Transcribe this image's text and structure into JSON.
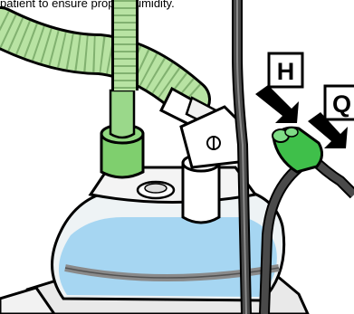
{
  "caption_partial": "patient to ensure proper humidity.",
  "labels": {
    "h": "H",
    "q": "Q"
  },
  "colors": {
    "tube_green": "#7fcf6e",
    "connector_green": "#3fbf4a",
    "water_blue": "#a6d6f2",
    "dark_tube": "#4a4a4a",
    "outline": "#000000"
  },
  "icons": [
    "arrow-h-icon",
    "arrow-q-icon"
  ]
}
